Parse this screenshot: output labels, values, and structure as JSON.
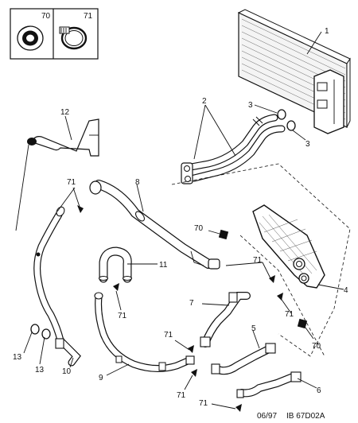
{
  "legend": [
    {
      "number": "70",
      "icon": "grommet-icon"
    },
    {
      "number": "71",
      "icon": "hose-clamp-icon"
    }
  ],
  "callouts": {
    "c1": "1",
    "c2": "2",
    "c3a": "3",
    "c3b": "3",
    "c4": "4",
    "c5": "5",
    "c6": "6",
    "c7": "7",
    "c8": "8",
    "c9": "9",
    "c10": "10",
    "c11": "11",
    "c12": "12",
    "c13a": "13",
    "c13b": "13",
    "c70a": "70",
    "c70b": "70",
    "c71a": "71",
    "c71b": "71",
    "c71c": "71",
    "c71d": "71",
    "c71e": "71",
    "c71f": "71",
    "c71g": "71"
  },
  "reference": {
    "date": "06/97",
    "code": "IB 67D02A"
  }
}
